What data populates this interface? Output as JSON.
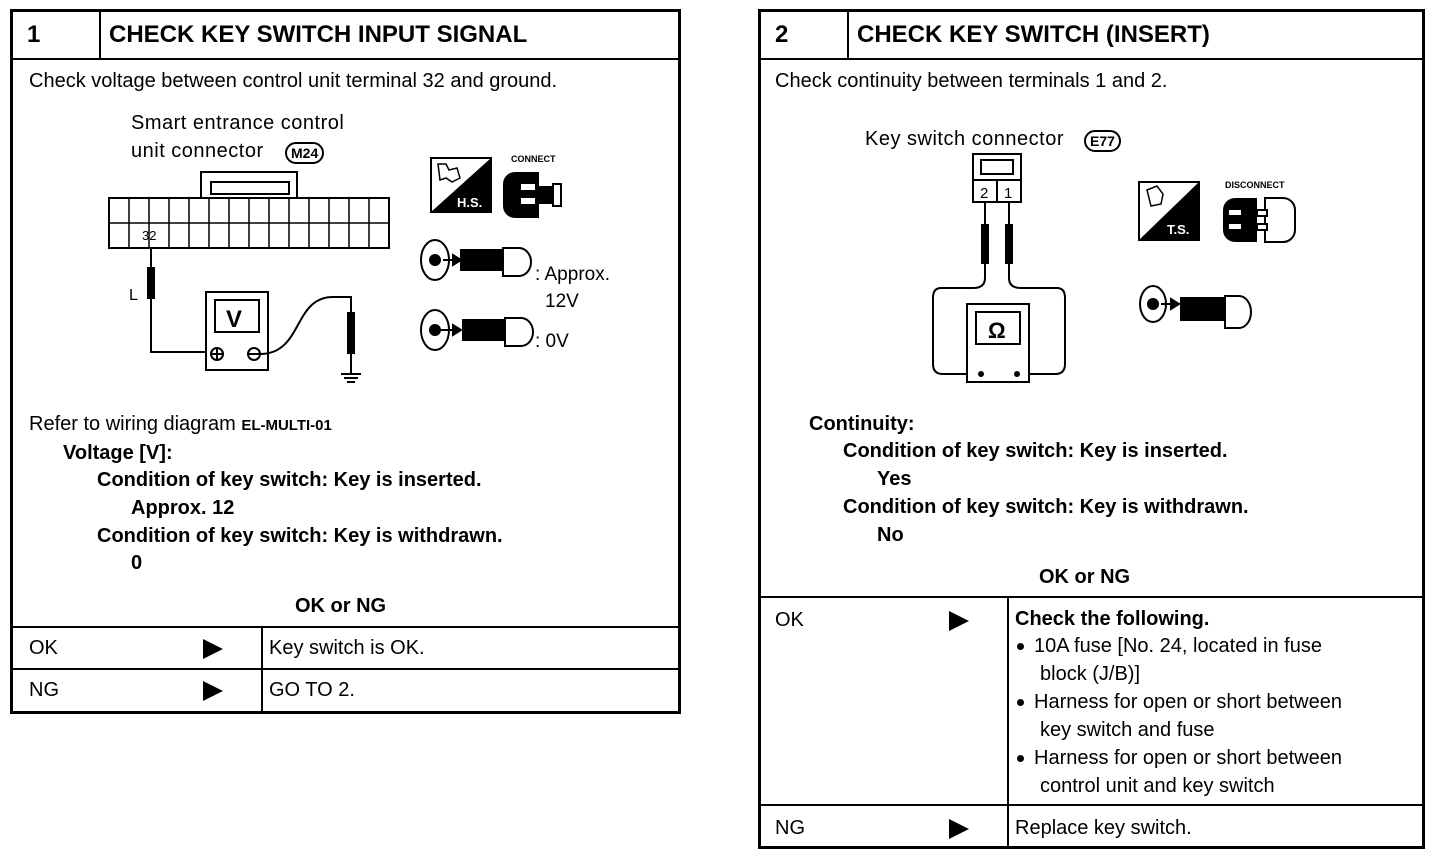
{
  "step1": {
    "number": "1",
    "title": "CHECK KEY SWITCH INPUT SIGNAL",
    "instruction": "Check voltage between control unit terminal 32 and ground.",
    "connector_label_line1": "Smart entrance control",
    "connector_label_line2": "unit connector",
    "connector_id": "M24",
    "terminal_number": "32",
    "wire_color": "L",
    "meter_symbol": "V",
    "hs_label": "H.S.",
    "connect_label": "CONNECT",
    "key_inserted_value": ": Approx.",
    "key_inserted_value2": "12V",
    "key_withdrawn_value": ": 0V",
    "refer_text": "Refer to wiring diagram",
    "refer_code": "EL-MULTI-01",
    "spec_heading": "Voltage [V]:",
    "cond_inserted": "Condition of key switch: Key is inserted.",
    "val_inserted": "Approx. 12",
    "cond_withdrawn": "Condition of key switch: Key is withdrawn.",
    "val_withdrawn": "0",
    "ok_or_ng": "OK or NG",
    "ok_label": "OK",
    "ok_result": "Key switch is OK.",
    "ng_label": "NG",
    "ng_result": "GO TO 2."
  },
  "step2": {
    "number": "2",
    "title": "CHECK KEY SWITCH (INSERT)",
    "instruction": "Check continuity between terminals 1 and 2.",
    "connector_label": "Key switch connector",
    "connector_id": "E77",
    "terminal_a": "2",
    "terminal_b": "1",
    "meter_symbol": "Ω",
    "ts_label": "T.S.",
    "disconnect_label": "DISCONNECT",
    "spec_heading": "Continuity:",
    "cond_inserted": "Condition of key switch: Key is inserted.",
    "val_inserted": "Yes",
    "cond_withdrawn": "Condition of key switch: Key is withdrawn.",
    "val_withdrawn": "No",
    "ok_or_ng": "OK or NG",
    "ok_label": "OK",
    "ok_heading": "Check the following.",
    "ok_items": [
      "10A fuse [No. 24, located in fuse",
      "block (J/B)]",
      "Harness for open or short between",
      "key switch and fuse",
      "Harness for open or short between",
      "control unit and key switch"
    ],
    "ng_label": "NG",
    "ng_result": "Replace key switch."
  }
}
